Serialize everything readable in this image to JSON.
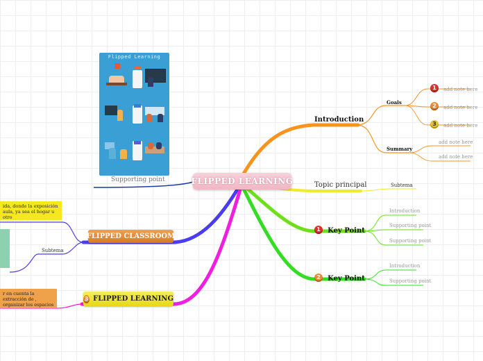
{
  "central": {
    "title": "FLIPPED LEARNING"
  },
  "infographic": {
    "title": "Flipped Learning",
    "caption": "Supporting point"
  },
  "introduction": {
    "label": "Introduction",
    "goals": {
      "label": "Goals",
      "notes": [
        {
          "num": "1",
          "text": "add note here"
        },
        {
          "num": "2",
          "text": "add note here"
        },
        {
          "num": "3",
          "text": "add note here"
        }
      ]
    },
    "summary": {
      "label": "Summary",
      "notes": [
        "add note here",
        "add note here"
      ]
    }
  },
  "topic_principal": {
    "label": "Topic principal",
    "subtema": "Subtema"
  },
  "key_point_1": {
    "num": "1",
    "label": "Key Point",
    "children": [
      "Introduction",
      "Supporting point",
      "Supporting point"
    ]
  },
  "key_point_2": {
    "num": "2",
    "label": "Key Point",
    "children": [
      "Introduction",
      "Supporting point"
    ]
  },
  "flipped_classroom": {
    "label": "FLIPPED CLASSROOM",
    "note": "ida, donde la exposición aula, ya sea el hogar u otro",
    "subtema": "Subtema"
  },
  "flipped_learning": {
    "num": "3",
    "label": "FLIPPED LEARNING",
    "note": "r en cuenta la extracción de , organizar los espacios y duzca el aprendizaje."
  },
  "colors": {
    "orange": "#f7941d",
    "yellow": "#f2ea2a",
    "green": "#6ee01b",
    "lime": "#33dd22",
    "blue": "#4a3cf0",
    "magenta": "#f01ee0",
    "darkblue": "#1a3aa8"
  }
}
